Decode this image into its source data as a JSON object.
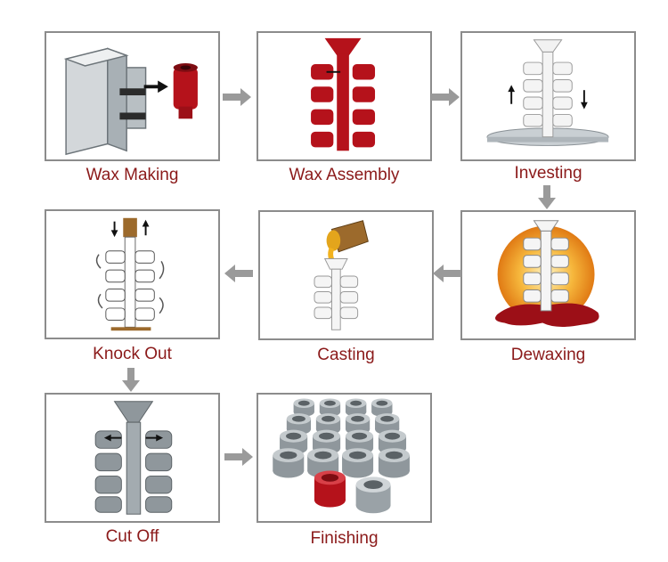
{
  "colors": {
    "wax_red": "#b5121b",
    "caption_red": "#8b1a1a",
    "arrow_gray": "#9a9a9a",
    "metal_gray": "#8f979c",
    "border_gray": "#8c8c8c"
  },
  "steps": [
    {
      "id": "wax-making",
      "label": "Wax Making"
    },
    {
      "id": "wax-assembly",
      "label": "Wax Assembly"
    },
    {
      "id": "investing",
      "label": "Investing"
    },
    {
      "id": "dewaxing",
      "label": "Dewaxing"
    },
    {
      "id": "casting",
      "label": "Casting"
    },
    {
      "id": "knock-out",
      "label": "Knock Out"
    },
    {
      "id": "cut-off",
      "label": "Cut Off"
    },
    {
      "id": "finishing",
      "label": "Finishing"
    }
  ],
  "flow_arrows": [
    {
      "from": "wax-making",
      "to": "wax-assembly",
      "direction": "right-arrow-icon"
    },
    {
      "from": "wax-assembly",
      "to": "investing",
      "direction": "right-arrow-icon"
    },
    {
      "from": "investing",
      "to": "dewaxing",
      "direction": "down-arrow-icon"
    },
    {
      "from": "dewaxing",
      "to": "casting",
      "direction": "left-arrow-icon"
    },
    {
      "from": "casting",
      "to": "knock-out",
      "direction": "left-arrow-icon"
    },
    {
      "from": "knock-out",
      "to": "cut-off",
      "direction": "down-arrow-icon"
    },
    {
      "from": "cut-off",
      "to": "finishing",
      "direction": "right-arrow-icon"
    }
  ]
}
